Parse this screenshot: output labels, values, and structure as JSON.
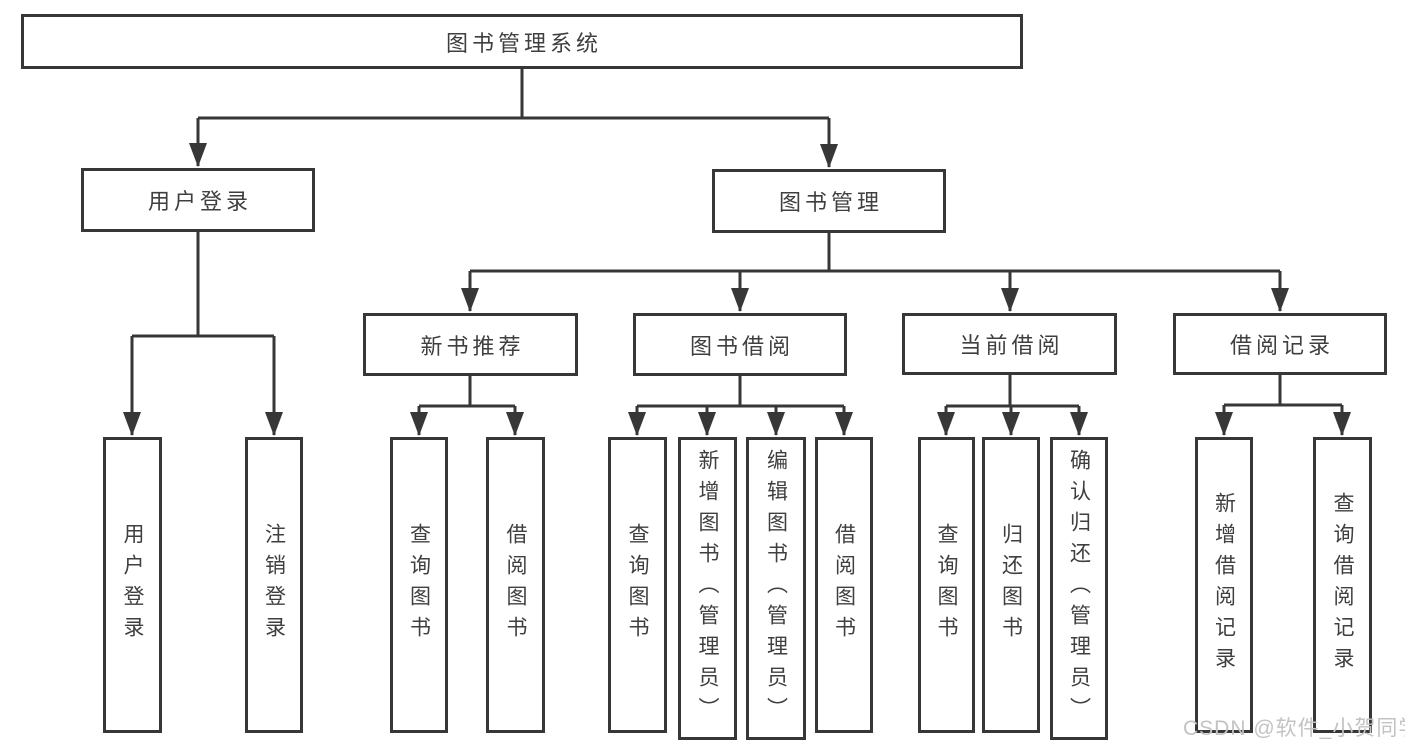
{
  "diagram": {
    "type": "hierarchy-tree",
    "root": {
      "label": "图书管理系统",
      "children": [
        {
          "label": "用户登录",
          "children": [
            {
              "label": "用户登录"
            },
            {
              "label": "注销登录"
            }
          ]
        },
        {
          "label": "图书管理",
          "children": [
            {
              "label": "新书推荐",
              "children": [
                {
                  "label": "查询图书"
                },
                {
                  "label": "借阅图书"
                }
              ]
            },
            {
              "label": "图书借阅",
              "children": [
                {
                  "label": "查询图书"
                },
                {
                  "label": "新增图书（管理员）"
                },
                {
                  "label": "编辑图书（管理员）"
                },
                {
                  "label": "借阅图书"
                }
              ]
            },
            {
              "label": "当前借阅",
              "children": [
                {
                  "label": "查询图书"
                },
                {
                  "label": "归还图书"
                },
                {
                  "label": "确认归还（管理员）"
                }
              ]
            },
            {
              "label": "借阅记录",
              "children": [
                {
                  "label": "新增借阅记录"
                },
                {
                  "label": "查询借阅记录"
                }
              ]
            }
          ]
        }
      ]
    },
    "colors": {
      "line": "#373737",
      "text": "#3f3f3f",
      "background": "#ffffff",
      "watermark_text": "#c3c3c3"
    }
  },
  "watermark": {
    "text": "CSDN @软件_小贺同学"
  }
}
